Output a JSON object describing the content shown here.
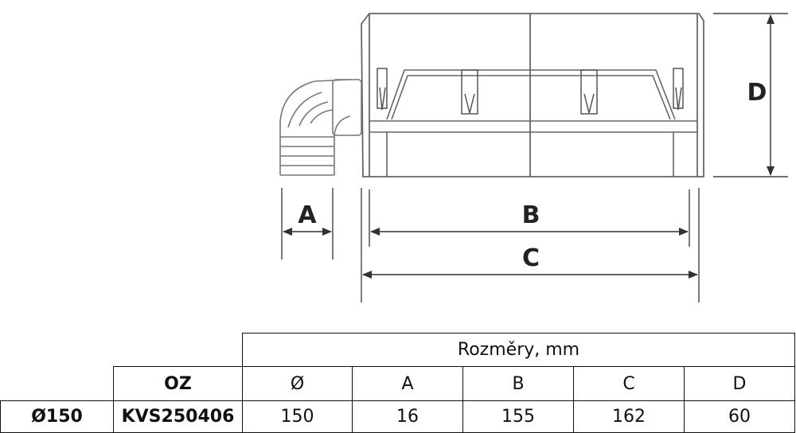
{
  "drawing": {
    "dimension_labels": {
      "a": "A",
      "b": "B",
      "c": "C",
      "d": "D"
    }
  },
  "table": {
    "group_header": "Rozměry, mm",
    "headers": {
      "oz": "OZ",
      "dia": "Ø",
      "a": "A",
      "b": "B",
      "c": "C",
      "d": "D"
    },
    "row": {
      "size": "Ø150",
      "oz": "KVS250406",
      "dia": "150",
      "a": "16",
      "b": "155",
      "c": "162",
      "d": "60"
    }
  }
}
